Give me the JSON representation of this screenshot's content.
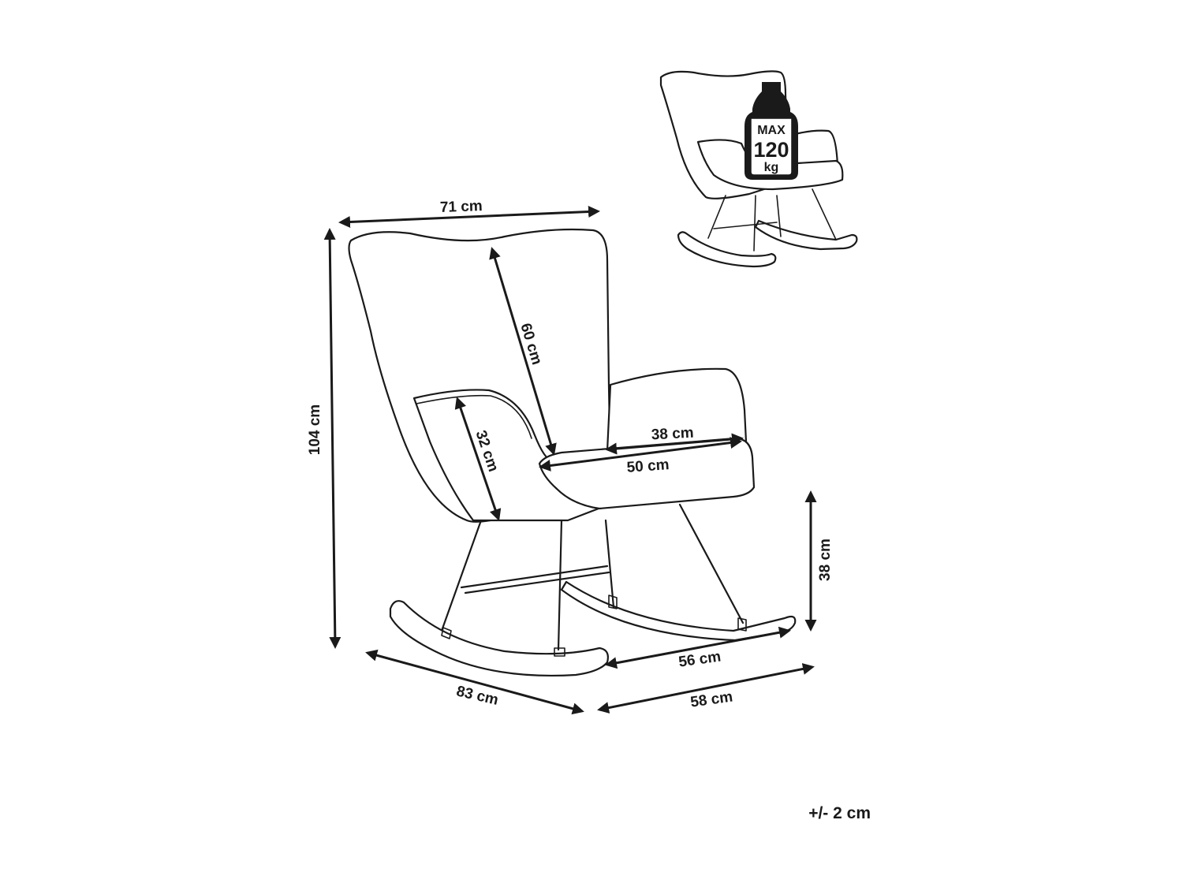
{
  "dimensions": {
    "width_top": "71 cm",
    "total_height": "104 cm",
    "backrest_height": "60 cm",
    "armrest_back_height": "32 cm",
    "seat_width_inner": "38 cm",
    "seat_depth": "50 cm",
    "seat_height": "38 cm",
    "rocker_depth": "83 cm",
    "rocker_gap": "56 cm",
    "base_width": "58 cm"
  },
  "tolerance": "+/- 2 cm",
  "weight_badge": {
    "line1": "MAX",
    "line2": "120",
    "line3": "kg"
  },
  "colors": {
    "line": "#1a1a1a",
    "background": "#ffffff"
  }
}
